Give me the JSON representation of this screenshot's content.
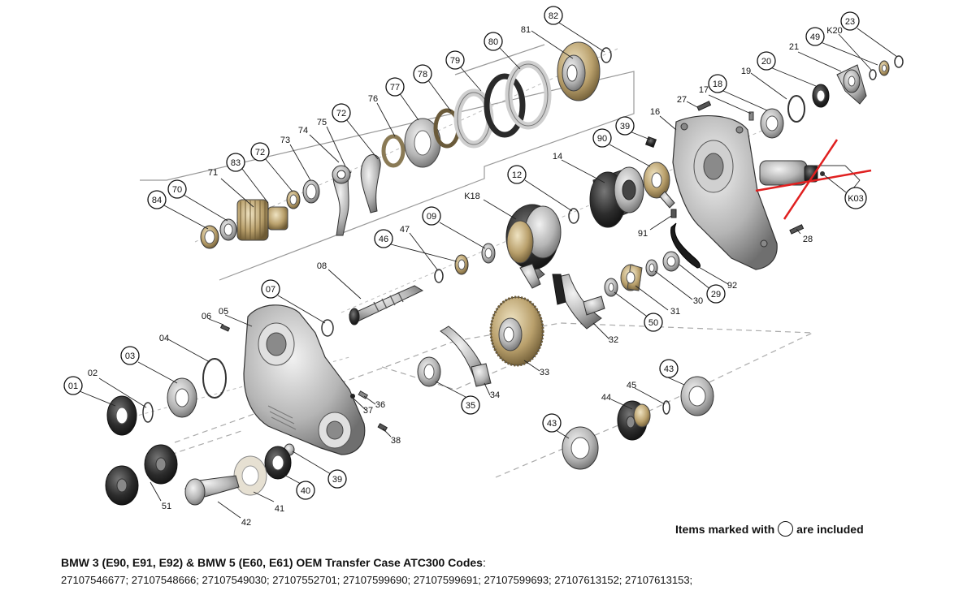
{
  "legend": {
    "before": "Items marked with",
    "after": "are included"
  },
  "title": {
    "text": "BMW 3 (E90, E91, E92) & BMW 5 (E60, E61) OEM Transfer Case ATC300 Codes",
    "colon": ":"
  },
  "codes": "27107546677; 27107548666; 27107549030; 27107552701; 27107599690; 27107599691; 27107599693; 27107613152; 27107613153;",
  "circled_labels": [
    "82",
    "80",
    "79",
    "78",
    "77",
    "72",
    "72",
    "70",
    "84",
    "83",
    "39",
    "90",
    "12",
    "09",
    "46",
    "07",
    "03",
    "01",
    "20",
    "18",
    "49",
    "23",
    "43",
    "43",
    "35",
    "50",
    "40",
    "39",
    "29",
    "30",
    "K03"
  ],
  "plain_labels": [
    "81",
    "76",
    "75",
    "74",
    "73",
    "71",
    "16",
    "27",
    "17",
    "19",
    "21",
    "K20",
    "14",
    "K18",
    "47",
    "08",
    "06",
    "05",
    "04",
    "02",
    "91",
    "92",
    "31",
    "32",
    "33",
    "34",
    "45",
    "44",
    "37",
    "36",
    "38",
    "51",
    "41",
    "42",
    "28"
  ],
  "colors": {
    "ink": "#111111",
    "cross": "#e02020",
    "metal": "#b8b8b8",
    "dark": "#2a2a2a",
    "gold": "#b09a6a"
  }
}
